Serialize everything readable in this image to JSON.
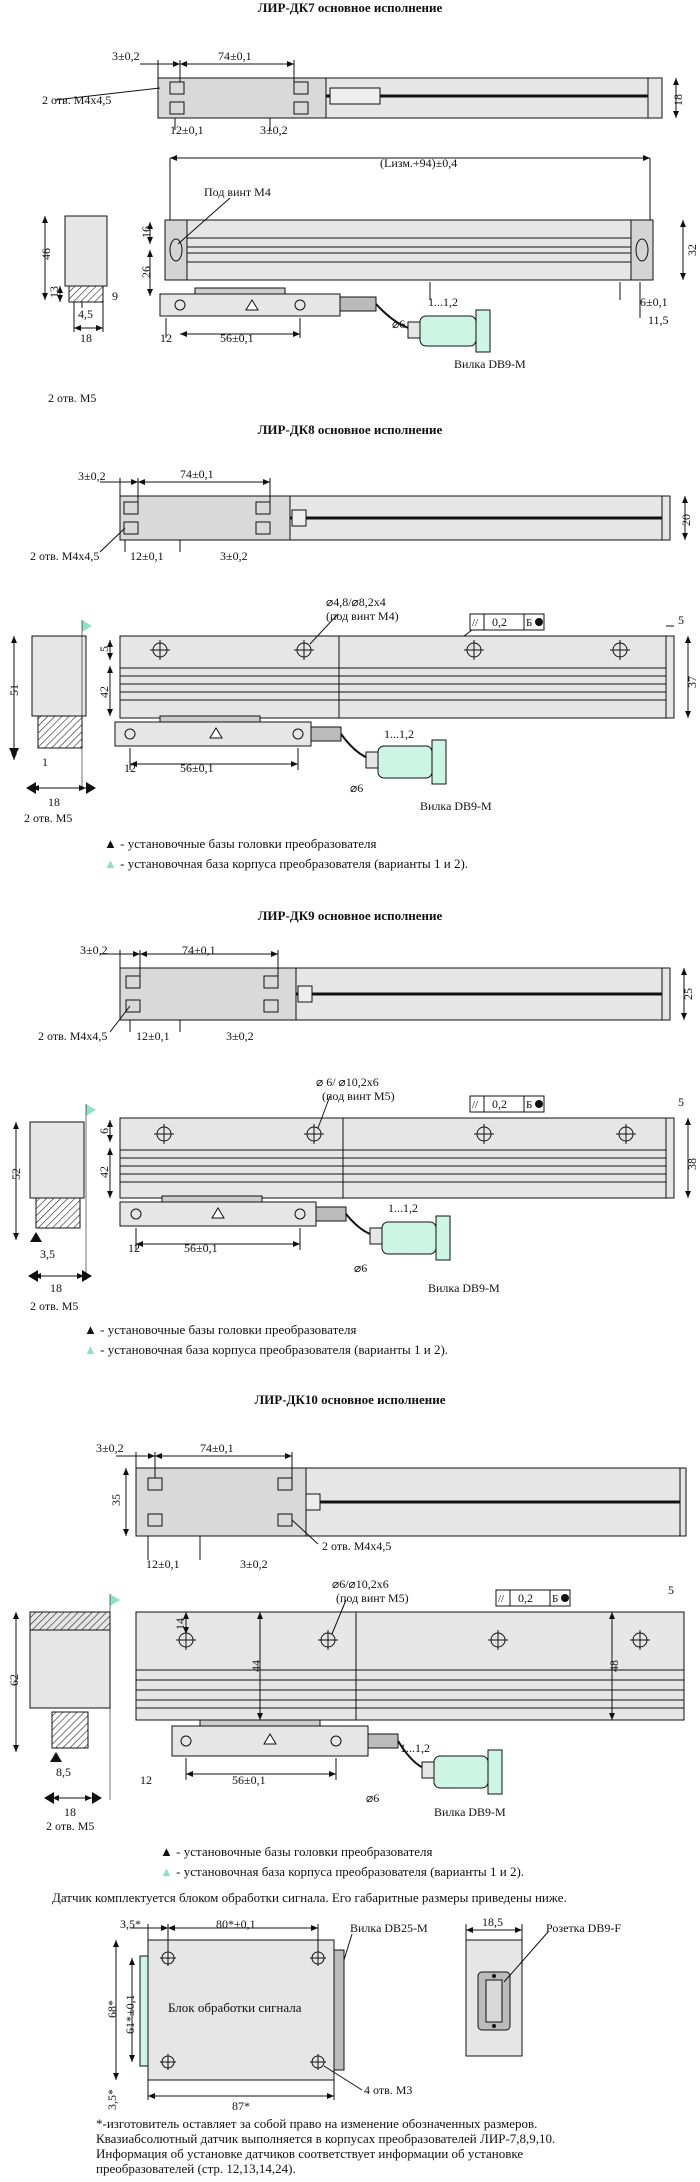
{
  "sections": [
    {
      "title": "ЛИР-ДК7 основное исполнение",
      "top_view": {
        "dims": [
          "3±0,2",
          "74±0,1",
          "12±0,1",
          "3±0,2",
          "18"
        ],
        "holes": "2 отв. М4х4,5"
      },
      "front_view": {
        "overall": "(Lизм.+94)±0,4",
        "screw": "Под винт М4",
        "dims": [
          "16",
          "26",
          "32",
          "12",
          "56±0,1",
          "1...1,2",
          "6±0,1",
          "11,5",
          "⌀6"
        ],
        "connector": "Вилка DB9-M"
      },
      "side_view": {
        "dims": [
          "46",
          "13",
          "9",
          "4,5",
          "18"
        ],
        "holes": "2 отв. М5"
      }
    },
    {
      "title": "ЛИР-ДК8 основное исполнение",
      "top_view": {
        "dims": [
          "3±0,2",
          "74±0,1",
          "12±0,1",
          "3±0,2",
          "20"
        ],
        "holes": "2 отв. М4х4,5"
      },
      "front_view": {
        "hole_spec": "⌀4,8/⌀8,2х4",
        "screw": "(под винт М4)",
        "tolerance": [
          "//",
          "0,2",
          "Б"
        ],
        "dims": [
          "5",
          "42",
          "37",
          "12",
          "56±0,1",
          "1...1,2",
          "⌀6"
        ],
        "connector": "Вилка DB9-M"
      },
      "side_view": {
        "dims": [
          "51",
          "1",
          "18"
        ],
        "holes": "2 отв. М5"
      },
      "legend": [
        "- установочные базы головки преобразователя",
        "- установочная база корпуса преобразователя (варианты 1 и 2)."
      ]
    },
    {
      "title": "ЛИР-ДК9 основное исполнение",
      "top_view": {
        "dims": [
          "3±0,2",
          "74±0,1",
          "12±0,1",
          "3±0,2",
          "25"
        ],
        "holes": "2 отв. М4х4,5"
      },
      "front_view": {
        "hole_spec": "⌀ 6/ ⌀10,2х6",
        "screw": "(под винт М5)",
        "tolerance": [
          "//",
          "0,2",
          "Б"
        ],
        "dims": [
          "6",
          "42",
          "38",
          "5",
          "12",
          "56±0,1",
          "1...1,2",
          "⌀6"
        ],
        "connector": "Вилка DB9-M"
      },
      "side_view": {
        "dims": [
          "52",
          "3,5",
          "18"
        ],
        "holes": "2 отв. М5"
      },
      "legend": [
        "- установочные базы головки преобразователя",
        "- установочная база корпуса преобразователя (варианты 1 и 2)."
      ]
    },
    {
      "title": "ЛИР-ДК10 основное исполнение",
      "top_view": {
        "dims": [
          "3±0,2",
          "74±0,1",
          "35",
          "12±0,1",
          "3±0,2"
        ],
        "holes": "2 отв. М4х4,5"
      },
      "front_view": {
        "hole_spec": "⌀6/⌀10,2х6",
        "screw": "(под винт М5)",
        "tolerance": [
          "//",
          "0,2",
          "Б"
        ],
        "dims": [
          "14",
          "44",
          "48",
          "5",
          "12",
          "56±0,1",
          "1...1,2",
          "⌀6"
        ],
        "connector": "Вилка DB9-M"
      },
      "side_view": {
        "dims": [
          "62",
          "8,5",
          "18"
        ],
        "holes": "2 отв. М5"
      },
      "legend": [
        "- установочные базы головки преобразователя",
        "- установочная база корпуса преобразователя (варианты 1 и 2)."
      ]
    }
  ],
  "signal_block": {
    "intro": "Датчик комплектуется блоком обработки сигнала. Его габаритные размеры приведены ниже.",
    "dims": [
      "3,5*",
      "80*±0,1",
      "68*",
      "61*±0,1",
      "3,5*",
      "87*",
      "18,5"
    ],
    "label": "Блок обработки сигнала",
    "plug": "Вилка DB25-M",
    "socket": "Розетка DB9-F",
    "holes": "4 отв. М3",
    "notes": [
      "*-изготовитель оставляет за собой право на изменение обозначенных размеров.",
      "Квазиабсолютный датчик выполняется в корпусах преобразователей ЛИР-7,8,9,10.",
      "Информация об установке датчиков соответствует информации об установке",
      "преобразователей (стр. 12,13,14,24)."
    ]
  },
  "colors": {
    "body": "#e6e6e6",
    "connector": "#ccf5e6",
    "stroke": "#111111",
    "marker": "#8fe0c8"
  }
}
